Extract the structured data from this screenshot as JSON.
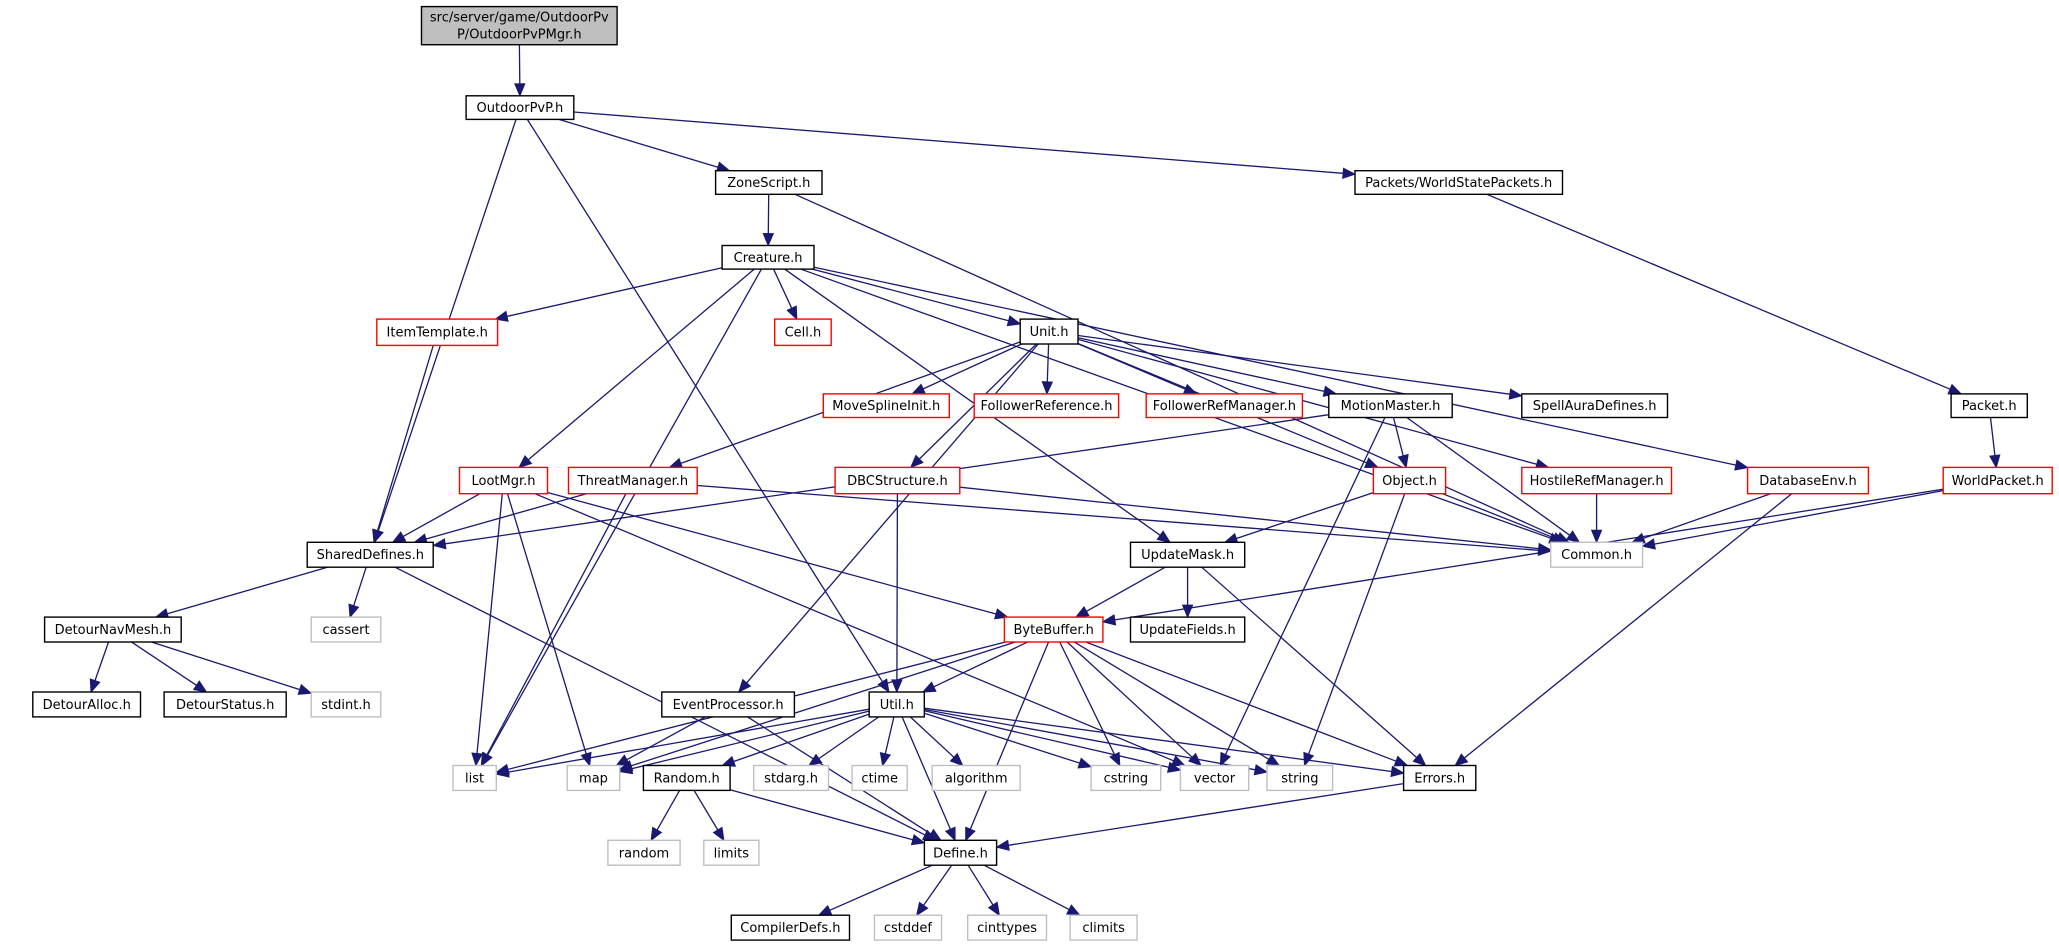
{
  "diagram": {
    "title": "Include dependency graph for src/server/game/OutdoorPvP/OutdoorPvPMgr.h",
    "colors": {
      "edge": "#191970",
      "root_fill": "#bfbfbf",
      "documented_border": "#000000",
      "undocumented_border": "#ff0000",
      "external_border": "#bfbfbf"
    },
    "nodes": [
      {
        "id": "root",
        "lines": [
          "src/server/game/OutdoorPv",
          "P/OutdoorPvPMgr.h"
        ],
        "kind": "root"
      },
      {
        "id": "OutdoorPvP.h",
        "lines": [
          "OutdoorPvP.h"
        ],
        "kind": "documented"
      },
      {
        "id": "ZoneScript.h",
        "lines": [
          "ZoneScript.h"
        ],
        "kind": "documented"
      },
      {
        "id": "Packets/WorldStatePackets.h",
        "lines": [
          "Packets/WorldStatePackets.h"
        ],
        "kind": "documented"
      },
      {
        "id": "Creature.h",
        "lines": [
          "Creature.h"
        ],
        "kind": "documented"
      },
      {
        "id": "ItemTemplate.h",
        "lines": [
          "ItemTemplate.h"
        ],
        "kind": "undocumented"
      },
      {
        "id": "Cell.h",
        "lines": [
          "Cell.h"
        ],
        "kind": "undocumented"
      },
      {
        "id": "Unit.h",
        "lines": [
          "Unit.h"
        ],
        "kind": "documented"
      },
      {
        "id": "MoveSplineInit.h",
        "lines": [
          "MoveSplineInit.h"
        ],
        "kind": "undocumented"
      },
      {
        "id": "FollowerReference.h",
        "lines": [
          "FollowerReference.h"
        ],
        "kind": "undocumented"
      },
      {
        "id": "FollowerRefManager.h",
        "lines": [
          "FollowerRefManager.h"
        ],
        "kind": "undocumented"
      },
      {
        "id": "MotionMaster.h",
        "lines": [
          "MotionMaster.h"
        ],
        "kind": "documented"
      },
      {
        "id": "SpellAuraDefines.h",
        "lines": [
          "SpellAuraDefines.h"
        ],
        "kind": "documented"
      },
      {
        "id": "Packet.h",
        "lines": [
          "Packet.h"
        ],
        "kind": "documented"
      },
      {
        "id": "LootMgr.h",
        "lines": [
          "LootMgr.h"
        ],
        "kind": "undocumented"
      },
      {
        "id": "ThreatManager.h",
        "lines": [
          "ThreatManager.h"
        ],
        "kind": "undocumented"
      },
      {
        "id": "DBCStructure.h",
        "lines": [
          "DBCStructure.h"
        ],
        "kind": "undocumented"
      },
      {
        "id": "Object.h",
        "lines": [
          "Object.h"
        ],
        "kind": "undocumented"
      },
      {
        "id": "HostileRefManager.h",
        "lines": [
          "HostileRefManager.h"
        ],
        "kind": "undocumented"
      },
      {
        "id": "DatabaseEnv.h",
        "lines": [
          "DatabaseEnv.h"
        ],
        "kind": "undocumented"
      },
      {
        "id": "WorldPacket.h",
        "lines": [
          "WorldPacket.h"
        ],
        "kind": "undocumented"
      },
      {
        "id": "SharedDefines.h",
        "lines": [
          "SharedDefines.h"
        ],
        "kind": "documented"
      },
      {
        "id": "UpdateMask.h",
        "lines": [
          "UpdateMask.h"
        ],
        "kind": "documented"
      },
      {
        "id": "Common.h",
        "lines": [
          "Common.h"
        ],
        "kind": "external"
      },
      {
        "id": "DetourNavMesh.h",
        "lines": [
          "DetourNavMesh.h"
        ],
        "kind": "documented"
      },
      {
        "id": "cassert",
        "lines": [
          "cassert"
        ],
        "kind": "external"
      },
      {
        "id": "ByteBuffer.h",
        "lines": [
          "ByteBuffer.h"
        ],
        "kind": "undocumented"
      },
      {
        "id": "UpdateFields.h",
        "lines": [
          "UpdateFields.h"
        ],
        "kind": "documented"
      },
      {
        "id": "DetourAlloc.h",
        "lines": [
          "DetourAlloc.h"
        ],
        "kind": "documented"
      },
      {
        "id": "DetourStatus.h",
        "lines": [
          "DetourStatus.h"
        ],
        "kind": "documented"
      },
      {
        "id": "stdint.h",
        "lines": [
          "stdint.h"
        ],
        "kind": "external"
      },
      {
        "id": "EventProcessor.h",
        "lines": [
          "EventProcessor.h"
        ],
        "kind": "documented"
      },
      {
        "id": "Util.h",
        "lines": [
          "Util.h"
        ],
        "kind": "documented"
      },
      {
        "id": "list",
        "lines": [
          "list"
        ],
        "kind": "external"
      },
      {
        "id": "map",
        "lines": [
          "map"
        ],
        "kind": "external"
      },
      {
        "id": "Random.h",
        "lines": [
          "Random.h"
        ],
        "kind": "documented"
      },
      {
        "id": "stdarg.h",
        "lines": [
          "stdarg.h"
        ],
        "kind": "external"
      },
      {
        "id": "ctime",
        "lines": [
          "ctime"
        ],
        "kind": "external"
      },
      {
        "id": "algorithm",
        "lines": [
          "algorithm"
        ],
        "kind": "external"
      },
      {
        "id": "cstring",
        "lines": [
          "cstring"
        ],
        "kind": "external"
      },
      {
        "id": "vector",
        "lines": [
          "vector"
        ],
        "kind": "external"
      },
      {
        "id": "string",
        "lines": [
          "string"
        ],
        "kind": "external"
      },
      {
        "id": "Errors.h",
        "lines": [
          "Errors.h"
        ],
        "kind": "documented"
      },
      {
        "id": "random",
        "lines": [
          "random"
        ],
        "kind": "external"
      },
      {
        "id": "limits",
        "lines": [
          "limits"
        ],
        "kind": "external"
      },
      {
        "id": "Define.h",
        "lines": [
          "Define.h"
        ],
        "kind": "documented"
      },
      {
        "id": "CompilerDefs.h",
        "lines": [
          "CompilerDefs.h"
        ],
        "kind": "documented"
      },
      {
        "id": "cstddef",
        "lines": [
          "cstddef"
        ],
        "kind": "external"
      },
      {
        "id": "cinttypes",
        "lines": [
          "cinttypes"
        ],
        "kind": "external"
      },
      {
        "id": "climits",
        "lines": [
          "climits"
        ],
        "kind": "external"
      }
    ],
    "edges": [
      [
        "root",
        "OutdoorPvP.h"
      ],
      [
        "OutdoorPvP.h",
        "ZoneScript.h"
      ],
      [
        "OutdoorPvP.h",
        "Packets/WorldStatePackets.h"
      ],
      [
        "OutdoorPvP.h",
        "SharedDefines.h"
      ],
      [
        "OutdoorPvP.h",
        "Util.h"
      ],
      [
        "ZoneScript.h",
        "Creature.h"
      ],
      [
        "ZoneScript.h",
        "Common.h"
      ],
      [
        "Packets/WorldStatePackets.h",
        "Packet.h"
      ],
      [
        "Creature.h",
        "ItemTemplate.h"
      ],
      [
        "Creature.h",
        "Cell.h"
      ],
      [
        "Creature.h",
        "Unit.h"
      ],
      [
        "Creature.h",
        "LootMgr.h"
      ],
      [
        "Creature.h",
        "list"
      ],
      [
        "Creature.h",
        "UpdateMask.h"
      ],
      [
        "Creature.h",
        "Common.h"
      ],
      [
        "Creature.h",
        "DatabaseEnv.h"
      ],
      [
        "ItemTemplate.h",
        "SharedDefines.h"
      ],
      [
        "Unit.h",
        "MoveSplineInit.h"
      ],
      [
        "Unit.h",
        "FollowerReference.h"
      ],
      [
        "Unit.h",
        "FollowerRefManager.h"
      ],
      [
        "Unit.h",
        "MotionMaster.h"
      ],
      [
        "Unit.h",
        "SpellAuraDefines.h"
      ],
      [
        "Unit.h",
        "ThreatManager.h"
      ],
      [
        "Unit.h",
        "DBCStructure.h"
      ],
      [
        "Unit.h",
        "EventProcessor.h"
      ],
      [
        "Unit.h",
        "Object.h"
      ],
      [
        "Unit.h",
        "HostileRefManager.h"
      ],
      [
        "MotionMaster.h",
        "SharedDefines.h"
      ],
      [
        "MotionMaster.h",
        "Object.h"
      ],
      [
        "MotionMaster.h",
        "Common.h"
      ],
      [
        "MotionMaster.h",
        "vector"
      ],
      [
        "Packet.h",
        "WorldPacket.h"
      ],
      [
        "LootMgr.h",
        "SharedDefines.h"
      ],
      [
        "LootMgr.h",
        "list"
      ],
      [
        "LootMgr.h",
        "map"
      ],
      [
        "LootMgr.h",
        "vector"
      ],
      [
        "LootMgr.h",
        "ByteBuffer.h"
      ],
      [
        "ThreatManager.h",
        "SharedDefines.h"
      ],
      [
        "ThreatManager.h",
        "list"
      ],
      [
        "ThreatManager.h",
        "Common.h"
      ],
      [
        "DBCStructure.h",
        "Util.h"
      ],
      [
        "DBCStructure.h",
        "Common.h"
      ],
      [
        "Object.h",
        "UpdateMask.h"
      ],
      [
        "Object.h",
        "Common.h"
      ],
      [
        "Object.h",
        "string"
      ],
      [
        "HostileRefManager.h",
        "Common.h"
      ],
      [
        "DatabaseEnv.h",
        "Common.h"
      ],
      [
        "DatabaseEnv.h",
        "Errors.h"
      ],
      [
        "WorldPacket.h",
        "Common.h"
      ],
      [
        "WorldPacket.h",
        "ByteBuffer.h"
      ],
      [
        "SharedDefines.h",
        "DetourNavMesh.h"
      ],
      [
        "SharedDefines.h",
        "cassert"
      ],
      [
        "SharedDefines.h",
        "Define.h"
      ],
      [
        "UpdateMask.h",
        "ByteBuffer.h"
      ],
      [
        "UpdateMask.h",
        "UpdateFields.h"
      ],
      [
        "UpdateMask.h",
        "Errors.h"
      ],
      [
        "DetourNavMesh.h",
        "DetourAlloc.h"
      ],
      [
        "DetourNavMesh.h",
        "DetourStatus.h"
      ],
      [
        "DetourNavMesh.h",
        "stdint.h"
      ],
      [
        "ByteBuffer.h",
        "list"
      ],
      [
        "ByteBuffer.h",
        "map"
      ],
      [
        "ByteBuffer.h",
        "Util.h"
      ],
      [
        "ByteBuffer.h",
        "cstring"
      ],
      [
        "ByteBuffer.h",
        "vector"
      ],
      [
        "ByteBuffer.h",
        "string"
      ],
      [
        "ByteBuffer.h",
        "Errors.h"
      ],
      [
        "ByteBuffer.h",
        "Define.h"
      ],
      [
        "EventProcessor.h",
        "map"
      ],
      [
        "EventProcessor.h",
        "Define.h"
      ],
      [
        "Util.h",
        "list"
      ],
      [
        "Util.h",
        "map"
      ],
      [
        "Util.h",
        "Random.h"
      ],
      [
        "Util.h",
        "stdarg.h"
      ],
      [
        "Util.h",
        "ctime"
      ],
      [
        "Util.h",
        "algorithm"
      ],
      [
        "Util.h",
        "cstring"
      ],
      [
        "Util.h",
        "vector"
      ],
      [
        "Util.h",
        "string"
      ],
      [
        "Util.h",
        "Errors.h"
      ],
      [
        "Util.h",
        "Define.h"
      ],
      [
        "Random.h",
        "random"
      ],
      [
        "Random.h",
        "limits"
      ],
      [
        "Random.h",
        "Define.h"
      ],
      [
        "Errors.h",
        "Define.h"
      ],
      [
        "Define.h",
        "CompilerDefs.h"
      ],
      [
        "Define.h",
        "cstddef"
      ],
      [
        "Define.h",
        "cinttypes"
      ],
      [
        "Define.h",
        "climits"
      ]
    ]
  }
}
